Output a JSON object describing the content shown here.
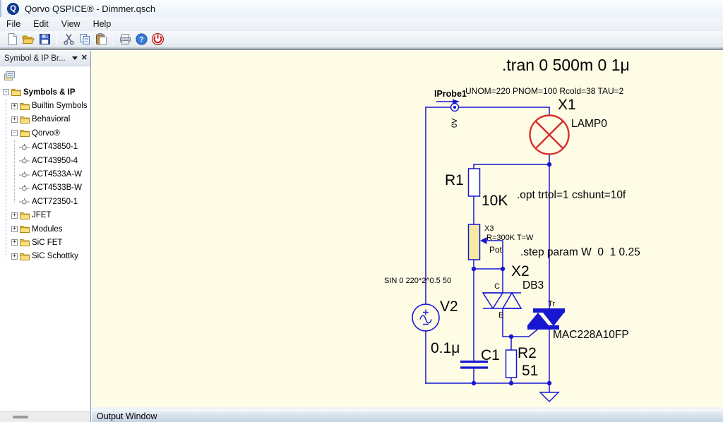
{
  "window": {
    "title": "Qorvo QSPICE® - Dimmer.qsch"
  },
  "menu": {
    "items": [
      "File",
      "Edit",
      "View",
      "Help"
    ]
  },
  "toolbar": {
    "icons": [
      "new-document",
      "open-folder",
      "save",
      "cut",
      "copy",
      "paste",
      "print",
      "help",
      "quit"
    ]
  },
  "sidebar": {
    "header": "Symbol & IP Br...",
    "tools": [
      "new-symbol"
    ],
    "tree": [
      {
        "toggle": "-",
        "icon": "folder",
        "label": "Symbols & IP",
        "bold": true
      },
      {
        "toggle": "+",
        "icon": "folder",
        "label": "Builtin Symbols"
      },
      {
        "toggle": "+",
        "icon": "folder",
        "label": "Behavioral"
      },
      {
        "toggle": "-",
        "icon": "folder",
        "label": "Qorvo®"
      },
      {
        "icon": "component",
        "label": "ACT43850-1"
      },
      {
        "icon": "component",
        "label": "ACT43950-4"
      },
      {
        "icon": "component",
        "label": "ACT4533A-W"
      },
      {
        "icon": "component",
        "label": "ACT4533B-W"
      },
      {
        "icon": "component",
        "label": "ACT72350-1"
      },
      {
        "toggle": "+",
        "icon": "folder",
        "label": "JFET"
      },
      {
        "toggle": "+",
        "icon": "folder",
        "label": "Modules"
      },
      {
        "toggle": "+",
        "icon": "folder",
        "label": "SiC FET"
      },
      {
        "toggle": "+",
        "icon": "folder",
        "label": "SiC Schottky"
      }
    ]
  },
  "schematic": {
    "tran": ".tran 0 500m 0 1μ",
    "opt": ".opt trtol=1 cshunt=10f",
    "step": ".step param W  0  1 0.25",
    "iprobe": {
      "name": "IProbe1",
      "reading": "0V"
    },
    "lamp": {
      "ref": "X1",
      "value": "LAMP0",
      "params": "UNOM=220 PNOM=100 Rcold=38 TAU=2"
    },
    "r1": {
      "ref": "R1",
      "value": "10K"
    },
    "pot": {
      "ref": "X3",
      "params": "R=300K T=W",
      "type": "Pot"
    },
    "diac": {
      "ref": "X2",
      "value": "DB3",
      "pin_top": "C",
      "pin_bottom": "E"
    },
    "source": {
      "ref": "V2",
      "params": "SIN 0 220*2^0.5 50"
    },
    "triac": {
      "pin": "Tr",
      "value": "MAC228A10FP"
    },
    "c1": {
      "ref": "C1",
      "value": "0.1μ"
    },
    "r2": {
      "ref": "R2",
      "value": "51"
    }
  },
  "output": {
    "label": "Output Window"
  },
  "colors": {
    "wire_blue": "#1717d1",
    "lamp_red": "#d63030",
    "pot_fill": "#f4eaa2",
    "pin_label": "#7c1d1d",
    "schematic_bg": "#fffce6"
  }
}
